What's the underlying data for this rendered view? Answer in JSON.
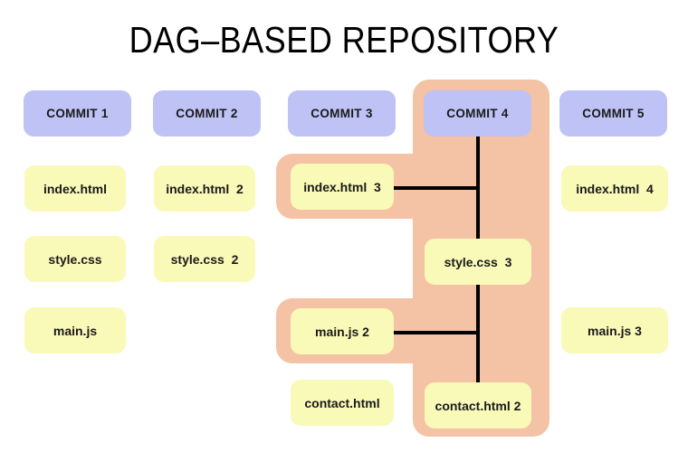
{
  "title": "DAG–BASED REPOSITORY",
  "colors": {
    "background": "#ffffff",
    "commit_fill": "#bec2f5",
    "file_fill": "#f9f9b8",
    "highlight_fill": "#f4c2a5",
    "edge_stroke": "#000000",
    "text": "#1a1a1a"
  },
  "columns": [
    {
      "commit_label": "COMMIT 1",
      "files": [
        {
          "label": "index.html",
          "row": "index",
          "highlighted": false
        },
        {
          "label": "style.css",
          "row": "style",
          "highlighted": false
        },
        {
          "label": "main.js",
          "row": "main",
          "highlighted": false
        }
      ]
    },
    {
      "commit_label": "COMMIT 2",
      "files": [
        {
          "label": "index.html  2",
          "row": "index",
          "highlighted": false
        },
        {
          "label": "style.css  2",
          "row": "style",
          "highlighted": false
        }
      ]
    },
    {
      "commit_label": "COMMIT 3",
      "files": [
        {
          "label": "index.html  3",
          "row": "index",
          "highlighted": true
        },
        {
          "label": "main.js 2",
          "row": "main",
          "highlighted": true
        },
        {
          "label": "contact.html",
          "row": "contact",
          "highlighted": false
        }
      ]
    },
    {
      "commit_label": "COMMIT 4",
      "files": [
        {
          "label": "style.css  3",
          "row": "style",
          "highlighted": true
        },
        {
          "label": "contact.html 2",
          "row": "contact",
          "highlighted": true
        }
      ]
    },
    {
      "commit_label": "COMMIT 5",
      "files": [
        {
          "label": "index.html  4",
          "row": "index",
          "highlighted": false
        },
        {
          "label": "main.js 3",
          "row": "main",
          "highlighted": false
        }
      ]
    }
  ],
  "nodes": {
    "commit1": "COMMIT 1",
    "commit2": "COMMIT 2",
    "commit3": "COMMIT 3",
    "commit4": "COMMIT 4",
    "commit5": "COMMIT 5",
    "c1_index": "index.html",
    "c1_style": "style.css",
    "c1_main": "main.js",
    "c2_index": "index.html  2",
    "c2_style": "style.css  2",
    "c3_index": "index.html  3",
    "c3_main": "main.js 2",
    "c3_contact": "contact.html",
    "c4_style": "style.css  3",
    "c4_contact": "contact.html 2",
    "c5_index": "index.html  4",
    "c5_main": "main.js 3"
  },
  "edges": [
    {
      "from": "commit4",
      "to": "c3_index",
      "kind": "vertical-then-horizontal"
    },
    {
      "from": "commit4",
      "to": "c4_style",
      "kind": "vertical"
    },
    {
      "from": "c4_style",
      "to": "c3_main",
      "kind": "vertical-then-horizontal"
    },
    {
      "from": "c4_style",
      "to": "c4_contact",
      "kind": "vertical"
    }
  ]
}
